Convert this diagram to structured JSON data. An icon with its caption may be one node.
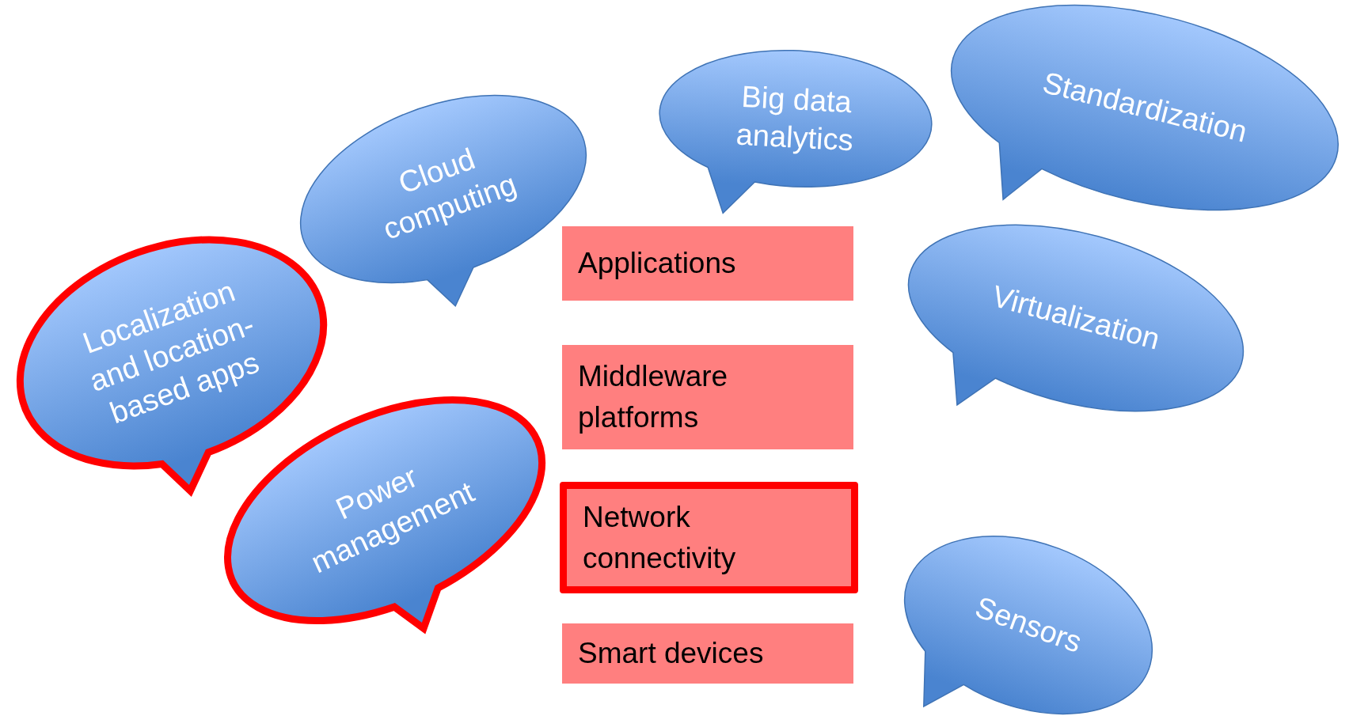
{
  "diagram": {
    "nodes": [
      {
        "text": [
          "Big data analytics"
        ]
      },
      {
        "text": [
          "Standardization"
        ]
      },
      {
        "text": [
          "Cloud computing"
        ]
      },
      {
        "text": [
          "Applications"
        ]
      },
      {
        "text": [
          "Virtualization"
        ]
      },
      {
        "text": [
          "Localization and location-based apps"
        ]
      },
      {
        "text": [
          "Middleware platforms"
        ]
      },
      {
        "text": [
          "Power management"
        ]
      },
      {
        "text": [
          "Network connectivity"
        ]
      },
      {
        "text": [
          "Sensors"
        ]
      },
      {
        "text": [
          "Smart devices"
        ]
      }
    ]
  }
}
